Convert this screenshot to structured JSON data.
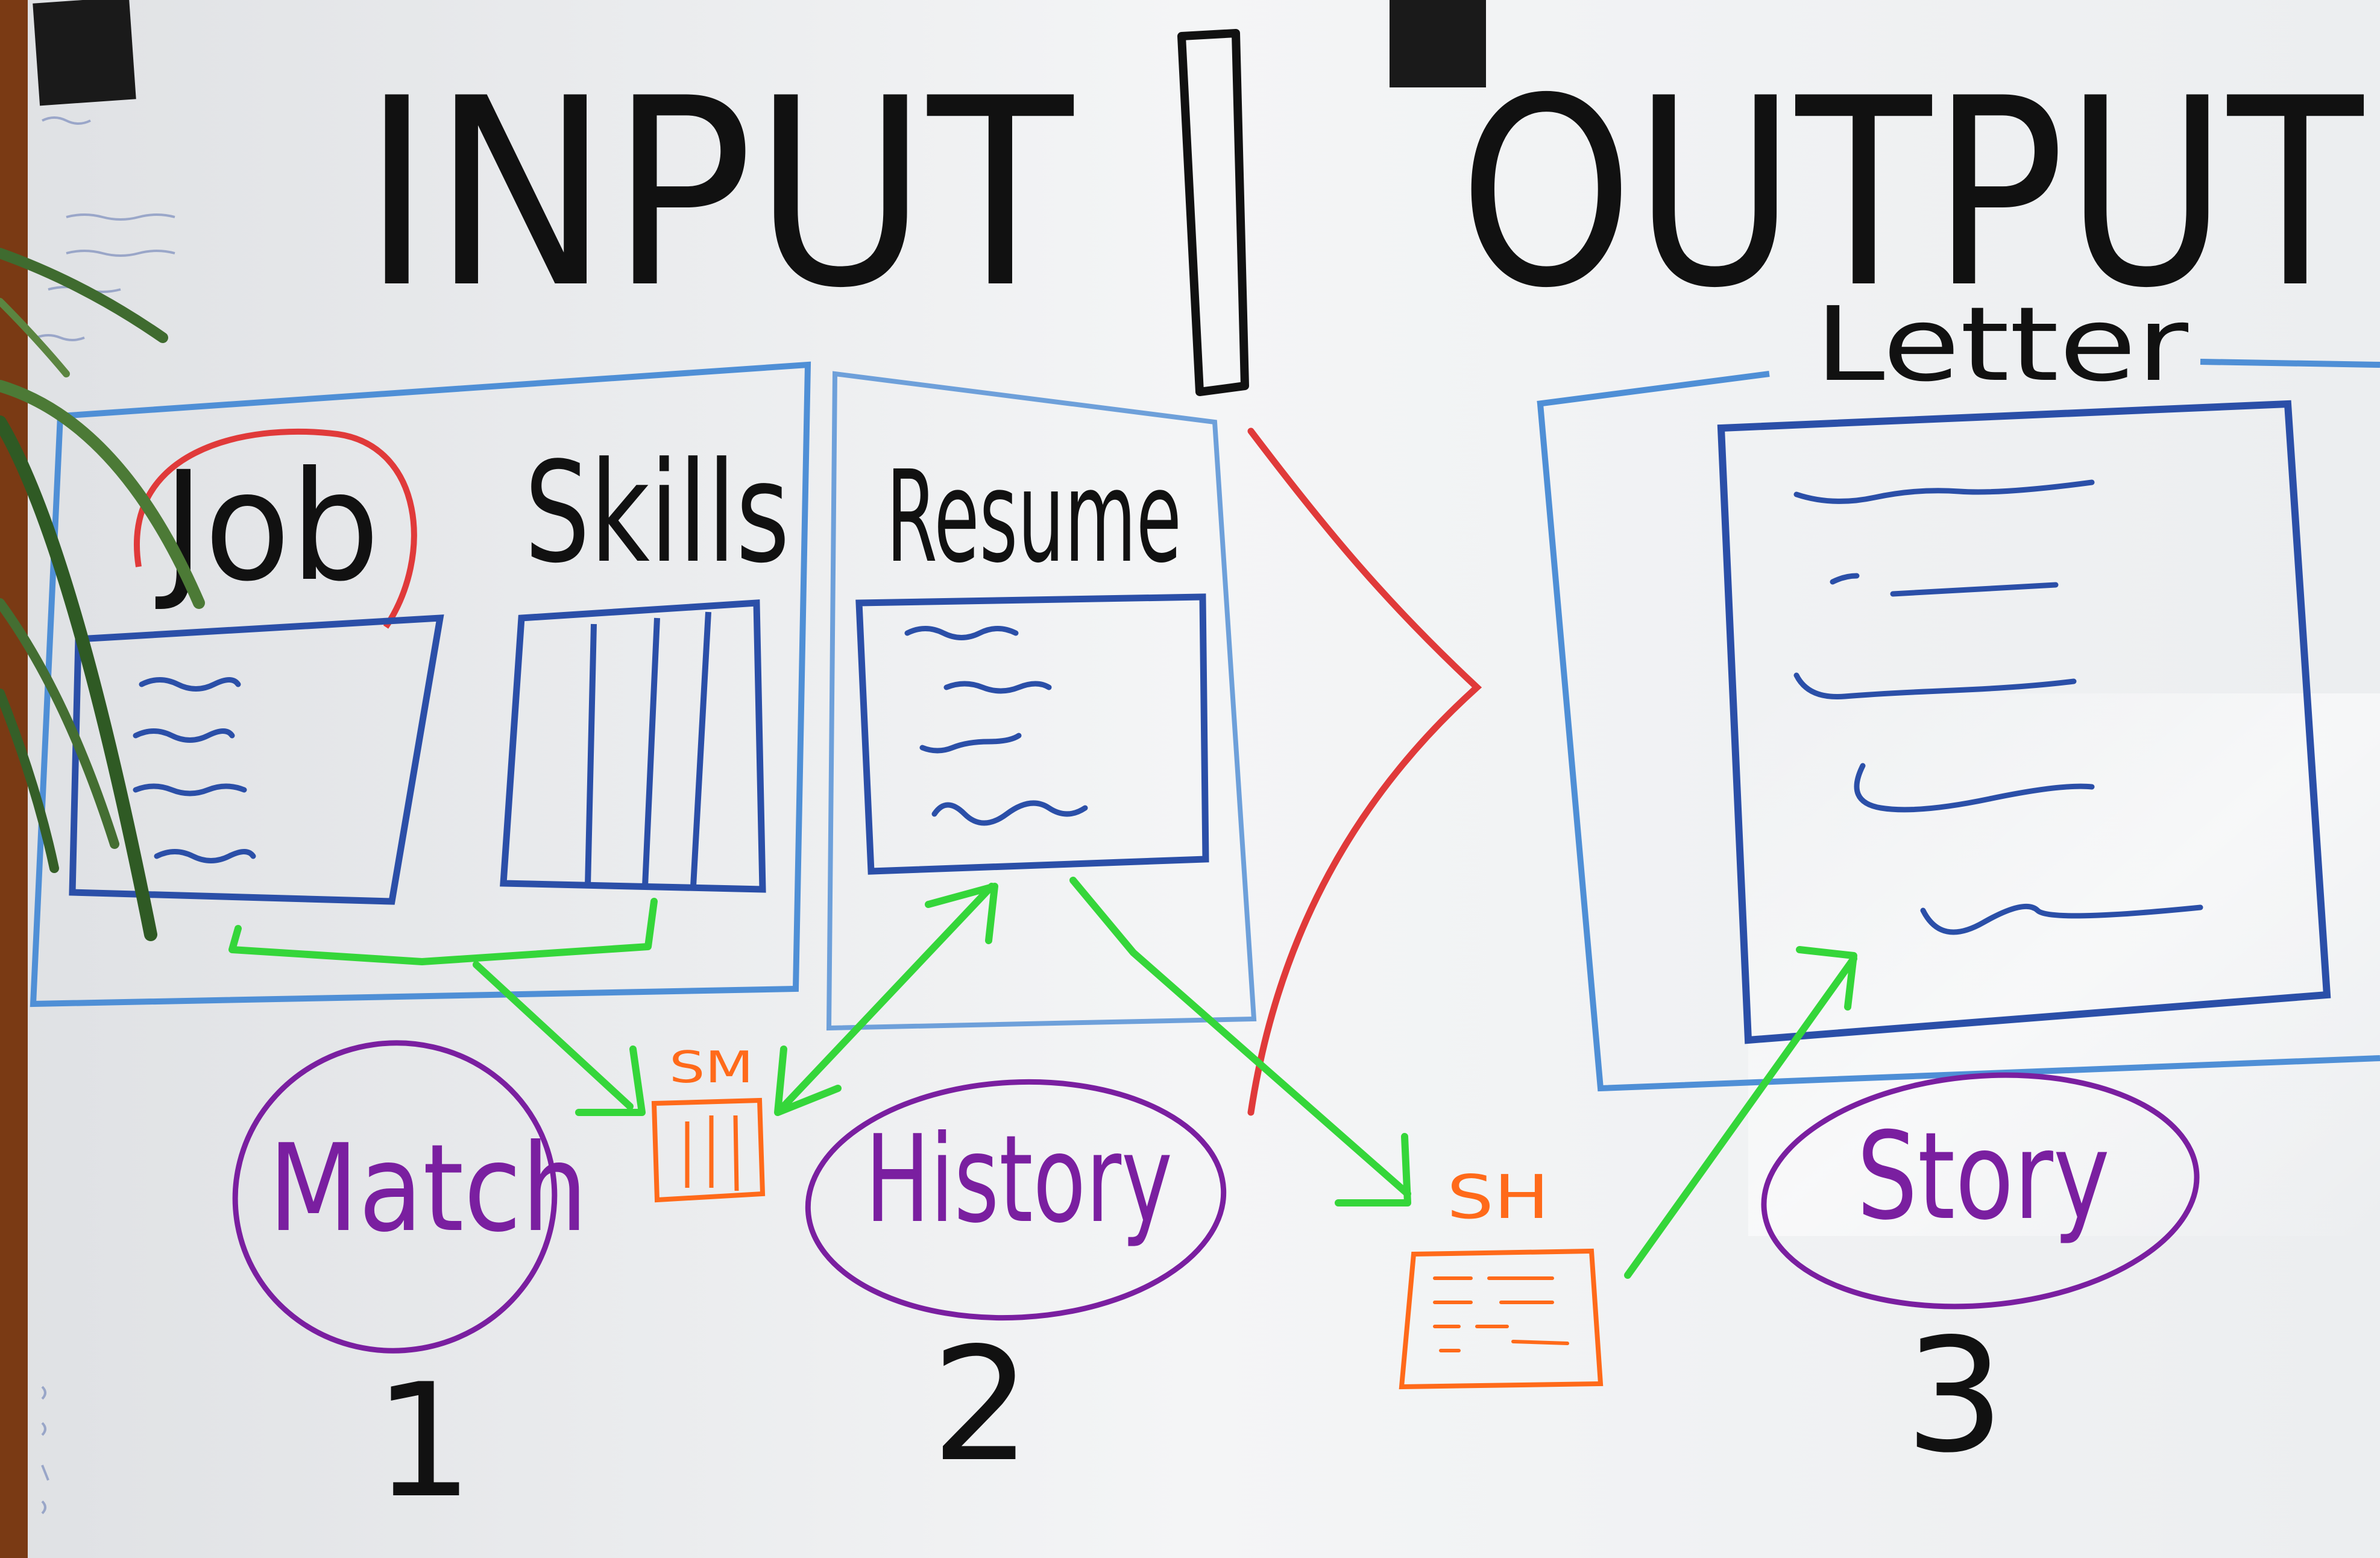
{
  "headings": {
    "input": "INPUT",
    "output": "OUTPUT"
  },
  "labels": {
    "job": "Job",
    "skills": "Skills",
    "resume": "Resume",
    "letter": "Letter",
    "sm": "SM",
    "sh": "SH"
  },
  "steps": [
    {
      "name": "Match",
      "number": "1"
    },
    {
      "name": "History",
      "number": "2"
    },
    {
      "name": "Story",
      "number": "3"
    }
  ],
  "colors": {
    "board": "#f3f4f5",
    "black_marker": "#111111",
    "blue_marker": "#2b4fa8",
    "light_blue_marker": "#4f8fd6",
    "red_marker": "#e03a3a",
    "green_marker": "#35d63a",
    "purple_marker": "#7a1fa0",
    "orange_marker": "#ff6a1a",
    "frame": "#7a3a14"
  }
}
